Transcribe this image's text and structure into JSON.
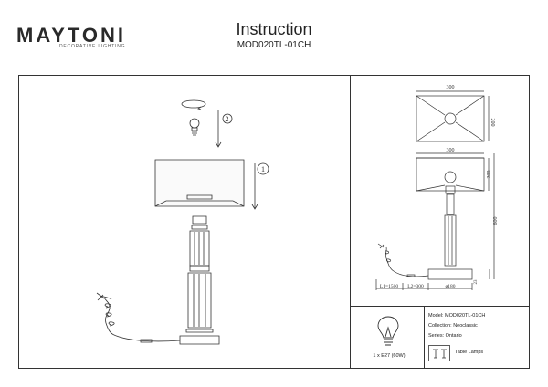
{
  "header": {
    "brand": "MAYTONI",
    "brand_sub": "DECORATIVE LIGHTING",
    "title": "Instruction",
    "model": "MOD020TL-01CH"
  },
  "assembly": {
    "step1": "1",
    "step2": "2"
  },
  "dimensions": {
    "shade_top_width": "300",
    "shade_top_depth": "200",
    "shade_width": "300",
    "shade_height": "200",
    "total_height": "600",
    "base_height": "23",
    "cord_length": "L1=1500",
    "switch_length": "L2=300",
    "base_diameter": "ø180"
  },
  "specs": {
    "bulb": "1 x E27 (60W)",
    "model": "Model: MOD020TL-01CH",
    "collection": "Collection: Neoclassic",
    "series": "Series: Ontario",
    "category": "Table Lamps"
  }
}
